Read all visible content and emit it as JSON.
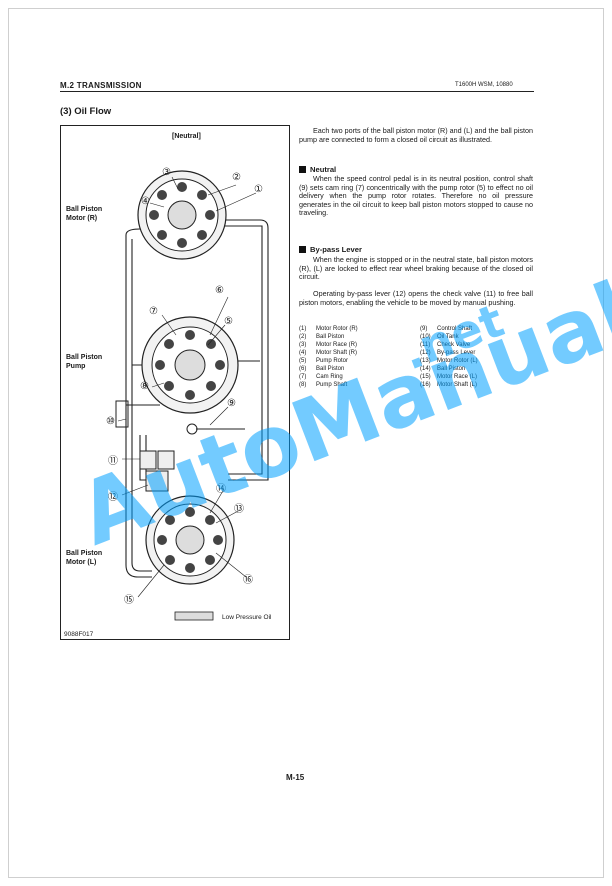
{
  "header": {
    "left": "M.2 TRANSMISSION",
    "right": "T1600H  WSM, 10880"
  },
  "section_title": "(3) Oil Flow",
  "figure": {
    "title": "[Neutral]",
    "motor_r": [
      "Ball Piston",
      "Motor (R)"
    ],
    "pump": [
      "Ball Piston",
      "Pump"
    ],
    "motor_l": [
      "Ball Piston",
      "Motor (L)"
    ],
    "legend": "Low Pressure Oil",
    "fig_code": "9088F017",
    "callouts": [
      "①",
      "②",
      "③",
      "④",
      "⑤",
      "⑥",
      "⑦",
      "⑧",
      "⑨",
      "⑩",
      "⑪",
      "⑫",
      "⑬",
      "⑭",
      "⑮",
      "⑯"
    ]
  },
  "intro": "Each two ports of the ball piston motor (R) and (L) and the ball piston pump are connected to form a closed oil circuit as illustrated.",
  "neutral": {
    "heading": "Neutral",
    "body": "When the speed control pedal is in its neutral position, control shaft (9) sets cam ring (7) concentrically with the pump rotor (5) to effect no oil delivery when the pump rotor rotates. Therefore no oil pressure generates in the oil circuit to keep ball piston motors stopped to cause no traveling."
  },
  "bypass": {
    "heading": "By-pass Lever",
    "body1": "When the engine is stopped or in the neutral state, ball piston motors (R), (L) are locked to effect rear wheel braking because of the closed oil circuit.",
    "body2": "Operating by-pass lever (12) opens the check valve (11) to free ball piston motors, enabling the vehicle to be moved by manual pushing."
  },
  "parts": [
    {
      "num": "(1)",
      "name": "Motor Rotor (R)"
    },
    {
      "num": "(2)",
      "name": "Ball Piston"
    },
    {
      "num": "(3)",
      "name": "Motor Race (R)"
    },
    {
      "num": "(4)",
      "name": "Motor Shaft (R)"
    },
    {
      "num": "(5)",
      "name": "Pump Rotor"
    },
    {
      "num": "(6)",
      "name": "Ball Piston"
    },
    {
      "num": "(7)",
      "name": "Cam Ring"
    },
    {
      "num": "(8)",
      "name": "Pump Shaft"
    },
    {
      "num": "(9)",
      "name": "Control Shaft"
    },
    {
      "num": "(10)",
      "name": "Oil Tank"
    },
    {
      "num": "(11)",
      "name": "Check Valve"
    },
    {
      "num": "(12)",
      "name": "By-pass Lever"
    },
    {
      "num": "(13)",
      "name": "Motor Rotor (L)"
    },
    {
      "num": "(14)",
      "name": "Ball Piston"
    },
    {
      "num": "(15)",
      "name": "Motor Race (L)"
    },
    {
      "num": "(16)",
      "name": "Motor Shaft (L)"
    }
  ],
  "page_number": "M-15",
  "watermark": {
    "main": "AutoManual",
    "suffix": ".net",
    "color": "#00a0ff"
  }
}
